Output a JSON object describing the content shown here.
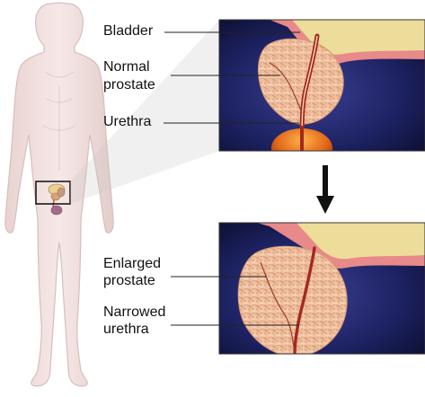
{
  "labels": {
    "bladder": "Bladder",
    "normal_prostate_line1": "Normal",
    "normal_prostate_line2": "prostate",
    "urethra": "Urethra",
    "enlarged_prostate_line1": "Enlarged",
    "enlarged_prostate_line2": "prostate",
    "narrowed_urethra_line1": "Narrowed",
    "narrowed_urethra_line2": "urethra"
  },
  "colors": {
    "background": "#ffffff",
    "body_fill": "#f0dedd",
    "body_outline": "#d9c2c0",
    "panel_dark": "#0d1033",
    "panel_mid": "#2a2f7a",
    "bladder_fill": "#ece0a0",
    "bladder_wall": "#e58a8a",
    "prostate_fill": "#f2c4a2",
    "prostate_speckle": "#c9906c",
    "urethra_red": "#a3261d",
    "orange_tissue": "#e06a18",
    "leader_line": "#222222",
    "arrow": "#111111"
  },
  "icons": {
    "flow_arrow": "down-arrow-icon",
    "callout_box": "region-highlight-box"
  }
}
